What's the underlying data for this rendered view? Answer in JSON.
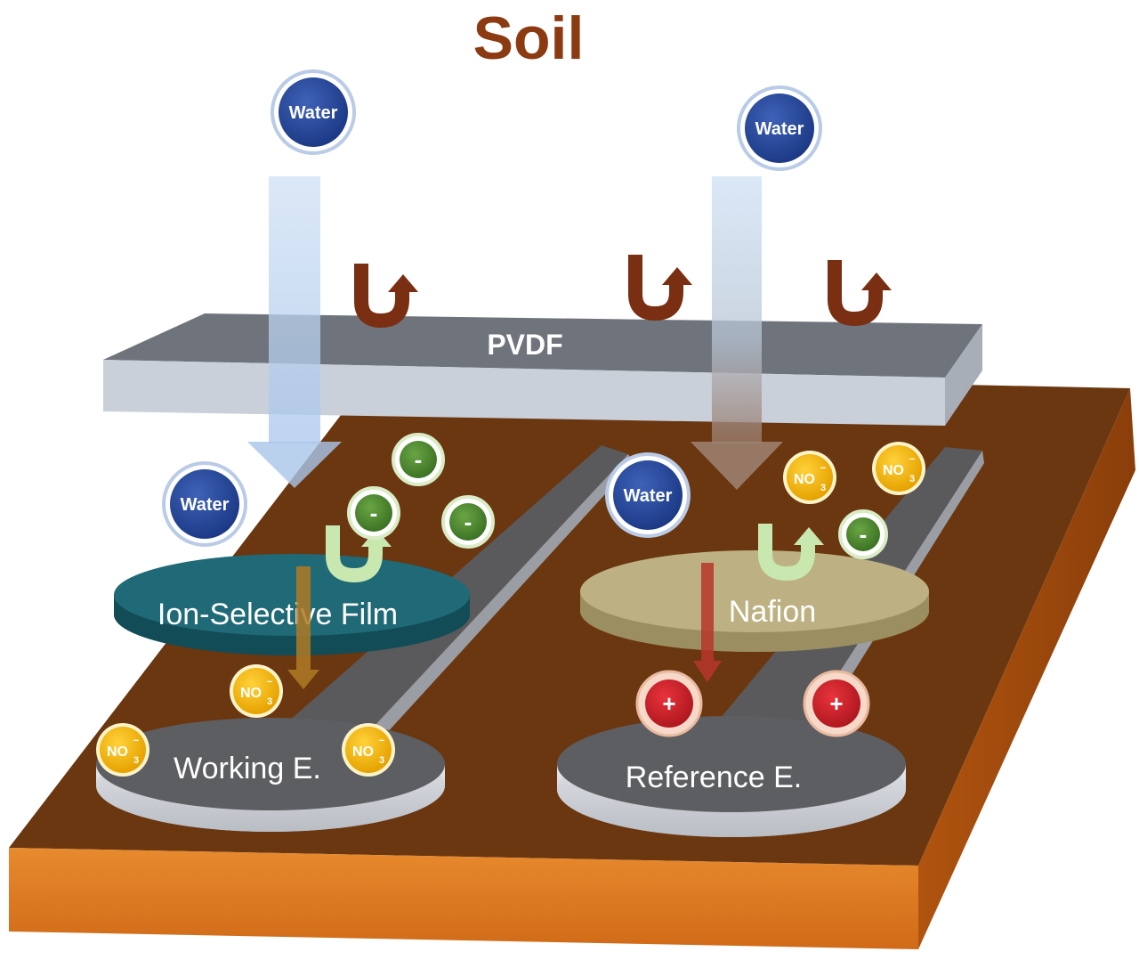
{
  "title": "Soil",
  "membrane": {
    "label": "PVDF"
  },
  "films": {
    "ion_selective": "Ion-Selective Film",
    "nafion": "Nafion"
  },
  "electrodes": {
    "working": "Working E.",
    "reference": "Reference E."
  },
  "particles": {
    "water": "Water",
    "nitrate_main": "NO",
    "nitrate_sub": "3",
    "nitrate_charge": "−",
    "anion_sign": "-",
    "cation_sign": "+"
  },
  "colors": {
    "title": "#8b3a12",
    "substrate_top": "#6b3a12",
    "substrate_front": "#e07a22",
    "pvdf_top": "#6f747c",
    "pvdf_front": "#c7ced8",
    "ion_selective_film": "#1c6470",
    "nafion_film": "#b9ac7e",
    "electrode_top": "#5a5a5c",
    "water": "#2a4a9a",
    "nitrate": "#f2b200",
    "anion": "#4e8a2e",
    "cation": "#d0202a",
    "rejection_arrow": "#7a2e12"
  }
}
